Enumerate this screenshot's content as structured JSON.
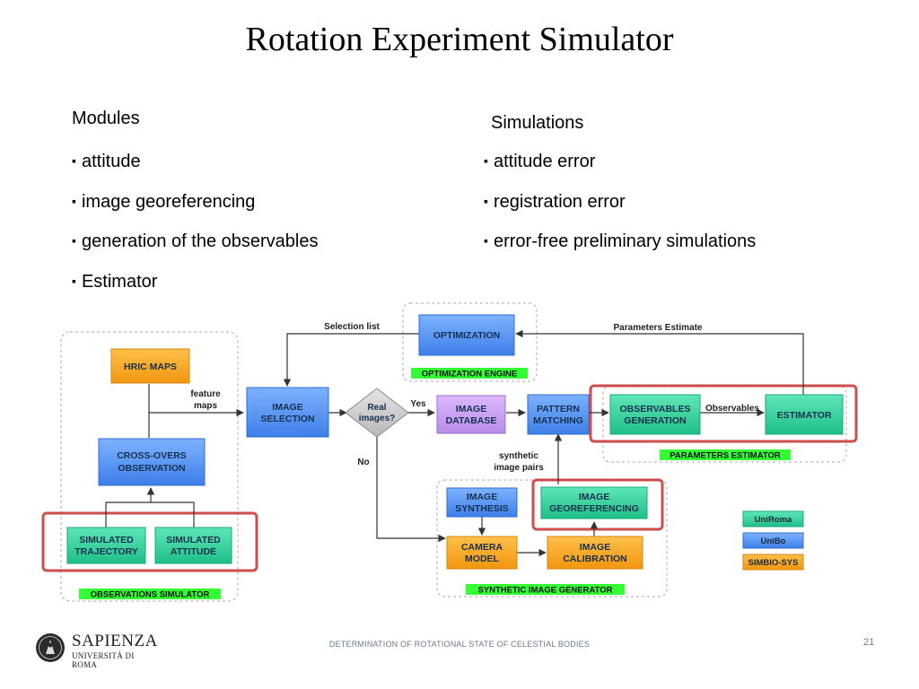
{
  "title": "Rotation Experiment Simulator",
  "modules": {
    "heading": "Modules",
    "items": [
      "attitude",
      "image georeferencing",
      "generation of the observables",
      "Estimator"
    ]
  },
  "simulations": {
    "heading": "Simulations",
    "items": [
      "attitude error",
      "registration error",
      "error-free preliminary simulations"
    ]
  },
  "diagram": {
    "boxes": {
      "hric_maps": "HRIC MAPS",
      "cross_overs": [
        "CROSS-OVERS",
        "OBSERVATION"
      ],
      "simulated_trajectory": [
        "SIMULATED",
        "TRAJECTORY"
      ],
      "simulated_attitude": [
        "SIMULATED",
        "ATTITUDE"
      ],
      "image_selection": [
        "IMAGE",
        "SELECTION"
      ],
      "real_images": [
        "Real",
        "images?"
      ],
      "image_database": [
        "IMAGE",
        "DATABASE"
      ],
      "pattern_matching": [
        "PATTERN",
        "MATCHING"
      ],
      "observables_generation": [
        "OBSERVABLES",
        "GENERATION"
      ],
      "estimator": "ESTIMATOR",
      "optimization": "OPTIMIZATION",
      "image_synthesis": [
        "IMAGE",
        "SYNTHESIS"
      ],
      "image_georeferencing": [
        "IMAGE",
        "GEOREFERENCING"
      ],
      "camera_model": [
        "CAMERA",
        "MODEL"
      ],
      "image_calibration": [
        "IMAGE",
        "CALIBRATION"
      ]
    },
    "labels": {
      "selection_list": "Selection list",
      "parameters_estimate": "Parameters Estimate",
      "feature_maps": [
        "feature",
        "maps"
      ],
      "yes": "Yes",
      "no": "No",
      "observables": "Observables",
      "synthetic_image_pairs": [
        "synthetic",
        "image pairs"
      ]
    },
    "group_labels": {
      "optimization_engine": "OPTIMIZATION ENGINE",
      "parameters_estimator": "PARAMETERS ESTIMATOR",
      "observations_simulator": "OBSERVATIONS SIMULATOR",
      "synthetic_image_generator": "SYNTHETIC IMAGE GENERATOR"
    },
    "legend": [
      {
        "name": "UniRoma",
        "color": "#2ecf9a"
      },
      {
        "name": "UniBo",
        "color": "#4a8ff0"
      },
      {
        "name": "SIMBIO-SYS",
        "color": "#f7a21e"
      }
    ],
    "colors": {
      "uniroma": "#2ecf9a",
      "unibo": "#4a8ff0",
      "simbio": "#f7a21e",
      "database": "#c79bf0",
      "decision": "#cfcfcf",
      "group_label_bg": "#33ff33",
      "highlight": "#c62f2f"
    }
  },
  "footer": {
    "caption": "DETERMINATION OF ROTATIONAL STATE OF CELESTIAL BODIES",
    "page_number": "21",
    "logo_name": "SAPIENZA",
    "logo_sub": "UNIVERSITÀ DI ROMA"
  }
}
